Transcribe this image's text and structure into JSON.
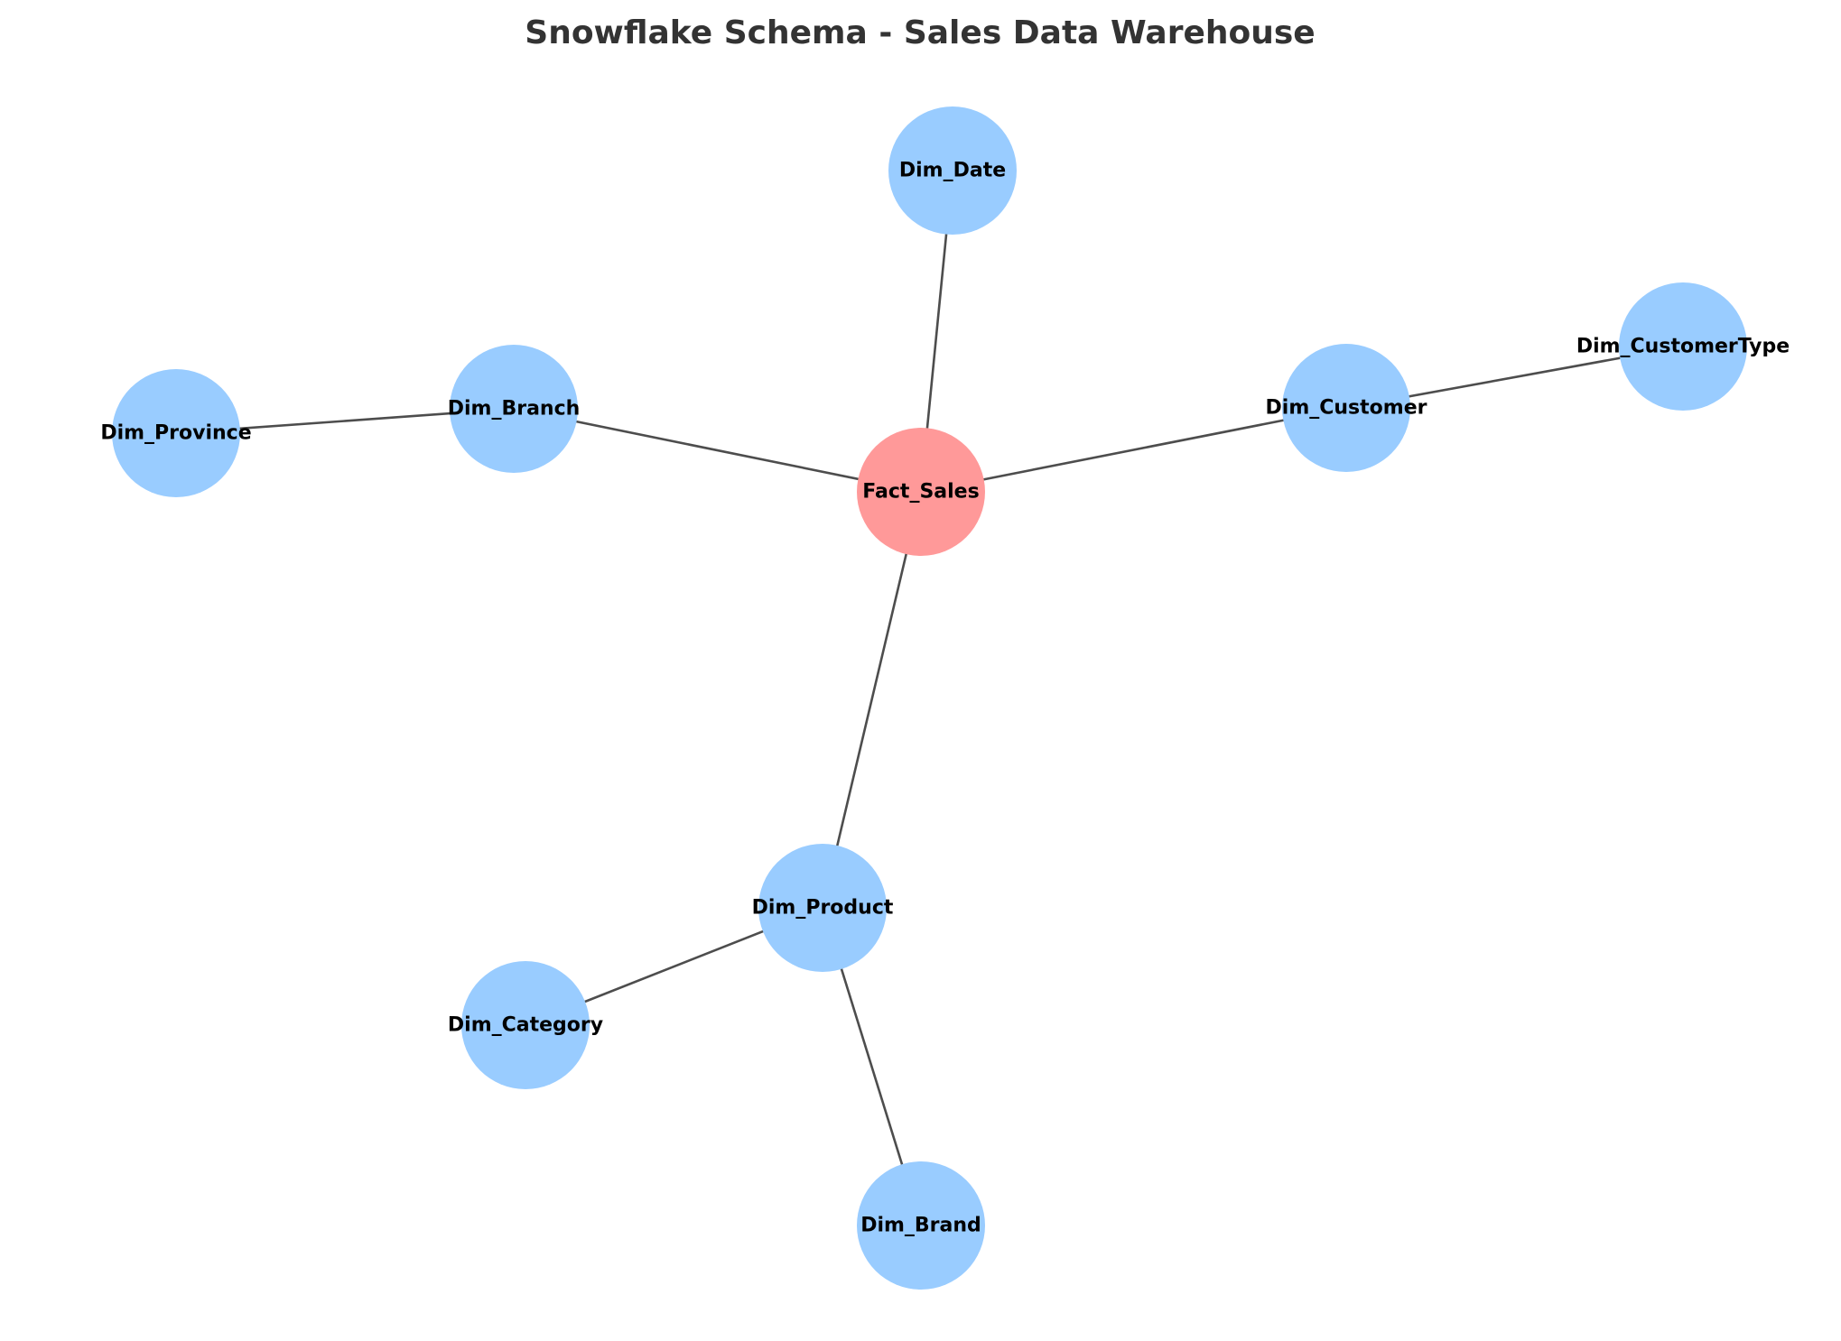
{
  "title": "Snowflake Schema - Sales Data Warehouse",
  "colors": {
    "fact_node": "#ff9999",
    "dimension_node": "#99ccff",
    "edge": "#4d4d4d",
    "title": "#333333"
  },
  "nodes": [
    {
      "id": "Fact_Sales",
      "label": "Fact_Sales",
      "kind": "fact"
    },
    {
      "id": "Dim_Date",
      "label": "Dim_Date",
      "kind": "dimension"
    },
    {
      "id": "Dim_Branch",
      "label": "Dim_Branch",
      "kind": "dimension"
    },
    {
      "id": "Dim_Province",
      "label": "Dim_Province",
      "kind": "dimension"
    },
    {
      "id": "Dim_Customer",
      "label": "Dim_Customer",
      "kind": "dimension"
    },
    {
      "id": "Dim_CustomerType",
      "label": "Dim_CustomerType",
      "kind": "dimension"
    },
    {
      "id": "Dim_Product",
      "label": "Dim_Product",
      "kind": "dimension"
    },
    {
      "id": "Dim_Category",
      "label": "Dim_Category",
      "kind": "dimension"
    },
    {
      "id": "Dim_Brand",
      "label": "Dim_Brand",
      "kind": "dimension"
    }
  ],
  "edges": [
    {
      "from": "Fact_Sales",
      "to": "Dim_Date"
    },
    {
      "from": "Fact_Sales",
      "to": "Dim_Branch"
    },
    {
      "from": "Dim_Branch",
      "to": "Dim_Province"
    },
    {
      "from": "Fact_Sales",
      "to": "Dim_Customer"
    },
    {
      "from": "Dim_Customer",
      "to": "Dim_CustomerType"
    },
    {
      "from": "Fact_Sales",
      "to": "Dim_Product"
    },
    {
      "from": "Dim_Product",
      "to": "Dim_Category"
    },
    {
      "from": "Dim_Product",
      "to": "Dim_Brand"
    }
  ]
}
